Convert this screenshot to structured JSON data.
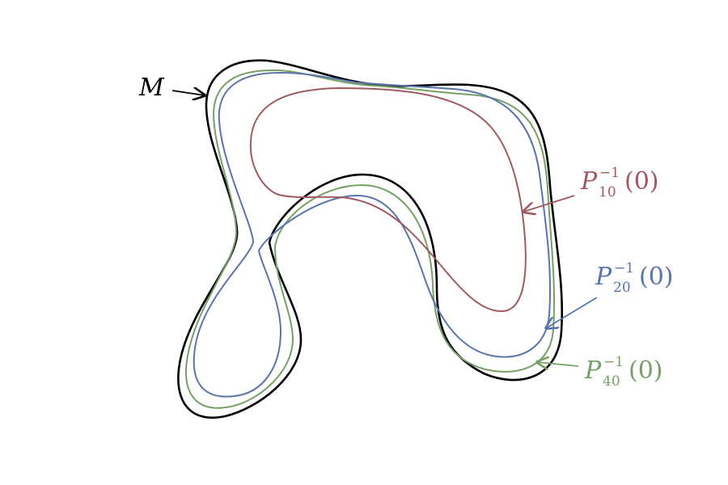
{
  "labels": {
    "m": {
      "text": "M",
      "color": "#000000"
    },
    "p10": {
      "base": "P",
      "sup": "−1",
      "sub": "10",
      "arg": "(0)",
      "color": "#a05a5f"
    },
    "p20": {
      "base": "P",
      "sup": "−1",
      "sub": "20",
      "arg": "(0)",
      "color": "#5a74ad"
    },
    "p40": {
      "base": "P",
      "sup": "−1",
      "sub": "40",
      "arg": "(0)",
      "color": "#77a066"
    }
  }
}
